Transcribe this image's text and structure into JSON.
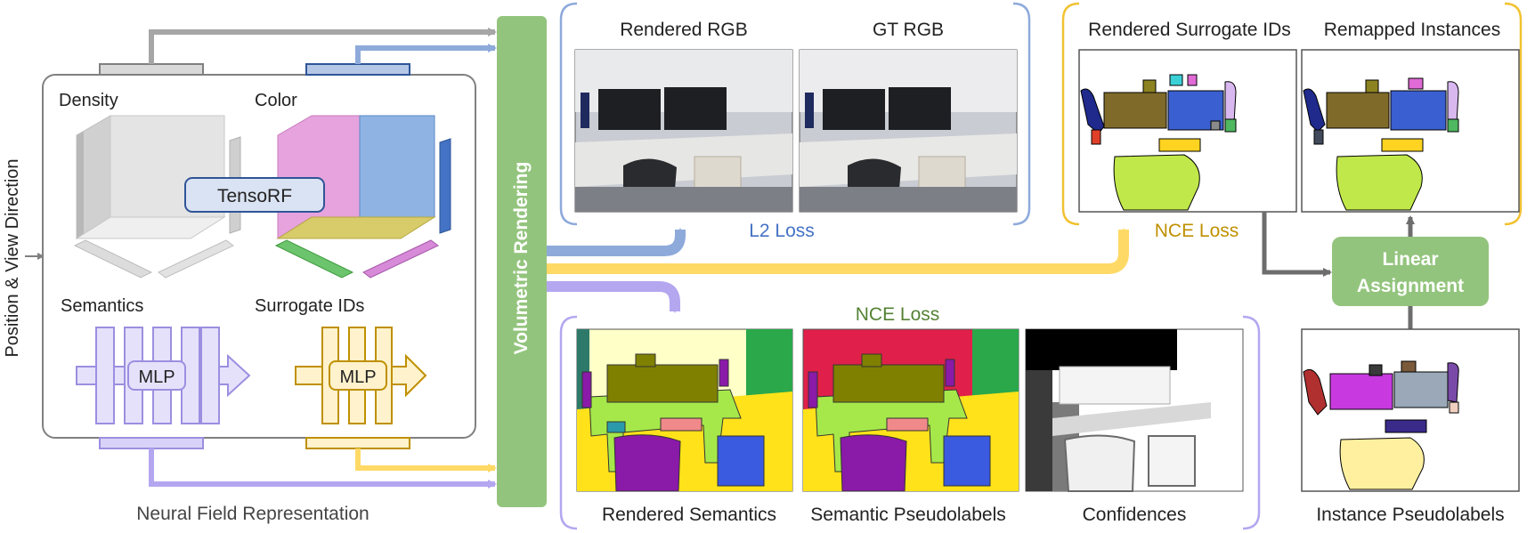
{
  "left_panel": {
    "y_axis_label": "Position & View Direction",
    "caption": "Neural Field Representation",
    "density_label": "Density",
    "color_label": "Color",
    "tensorf_label": "TensoRF",
    "semantics_label": "Semantics",
    "surrogate_ids_label": "Surrogate IDs",
    "mlp_label_1": "MLP",
    "mlp_label_2": "MLP"
  },
  "renderer": {
    "label": "Volumetric Rendering"
  },
  "rgb_group": {
    "rendered_rgb": "Rendered RGB",
    "gt_rgb": "GT RGB",
    "loss": "L2 Loss"
  },
  "semantic_group": {
    "loss": "NCE Loss",
    "rendered_semantics": "Rendered Semantics",
    "semantic_pseudolabels": "Semantic Pseudolabels",
    "confidences": "Confidences"
  },
  "instance_group": {
    "rendered_surrogate_ids": "Rendered Surrogate IDs",
    "remapped_instances": "Remapped Instances",
    "loss": "NCE Loss",
    "linear_assignment_line1": "Linear",
    "linear_assignment_line2": "Assignment",
    "instance_pseudolabels": "Instance Pseudolabels"
  },
  "colors": {
    "grey": "#a6a6a6",
    "blue": "#8eaadb",
    "purple": "#b4a7f0",
    "yellow": "#ffd966",
    "green": "#93c47d",
    "dark_grey": "#6d6d6d",
    "text_blue": "#4472c4",
    "text_green": "#548235",
    "text_yellow": "#bf9000"
  }
}
